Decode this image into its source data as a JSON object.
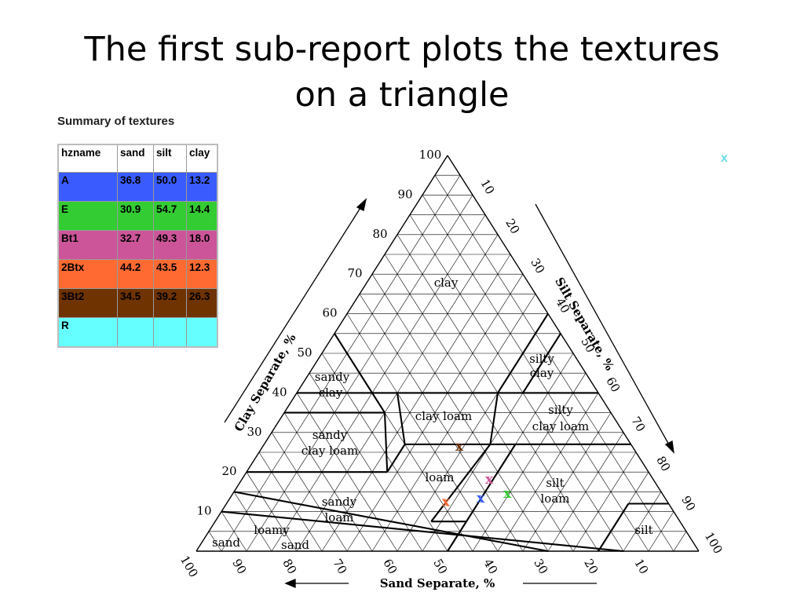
{
  "slide": {
    "title_line1": "The first sub-report plots the textures",
    "title_line2": "on a triangle"
  },
  "summary": {
    "label": "Summary of textures",
    "headers": [
      "hzname",
      "sand",
      "silt",
      "clay"
    ],
    "rows": [
      {
        "hzname": "A",
        "sand": "36.8",
        "silt": "50.0",
        "clay": "13.2",
        "color": "#3a5cff"
      },
      {
        "hzname": "E",
        "sand": "30.9",
        "silt": "54.7",
        "clay": "14.4",
        "color": "#33cc33"
      },
      {
        "hzname": "Bt1",
        "sand": "32.7",
        "silt": "49.3",
        "clay": "18.0",
        "color": "#cc5599"
      },
      {
        "hzname": "2Btx",
        "sand": "44.2",
        "silt": "43.5",
        "clay": "12.3",
        "color": "#ff6a33"
      },
      {
        "hzname": "3Bt2",
        "sand": "34.5",
        "silt": "39.2",
        "clay": "26.3",
        "color": "#6e3300"
      },
      {
        "hzname": "R",
        "sand": "",
        "silt": "",
        "clay": "",
        "color": "#66ffff"
      }
    ]
  },
  "triangle": {
    "axis_clay": "Clay Separate, %",
    "axis_silt": "Silt Separate, %",
    "axis_sand": "Sand Separate, %",
    "ticks": [
      "10",
      "20",
      "30",
      "40",
      "50",
      "60",
      "70",
      "80",
      "90",
      "100"
    ],
    "regions": {
      "clay": "clay",
      "silty_clay_1": "silty",
      "silty_clay_2": "clay",
      "sandy_clay_1": "sandy",
      "sandy_clay_2": "clay",
      "clay_loam": "clay loam",
      "silty_clay_loam_1": "silty",
      "silty_clay_loam_2": "clay loam",
      "sandy_clay_loam_1": "sandy",
      "sandy_clay_loam_2": "clay loam",
      "loam": "loam",
      "silt_loam_1": "silt",
      "silt_loam_2": "loam",
      "sandy_loam_1": "sandy",
      "sandy_loam_2": "loam",
      "loamy_sand_1": "loamy",
      "loamy_sand_2": "sand",
      "sand": "sand",
      "silt": "silt"
    },
    "marker_glyph": "x",
    "corner_marker_color": "#66ddee"
  }
}
